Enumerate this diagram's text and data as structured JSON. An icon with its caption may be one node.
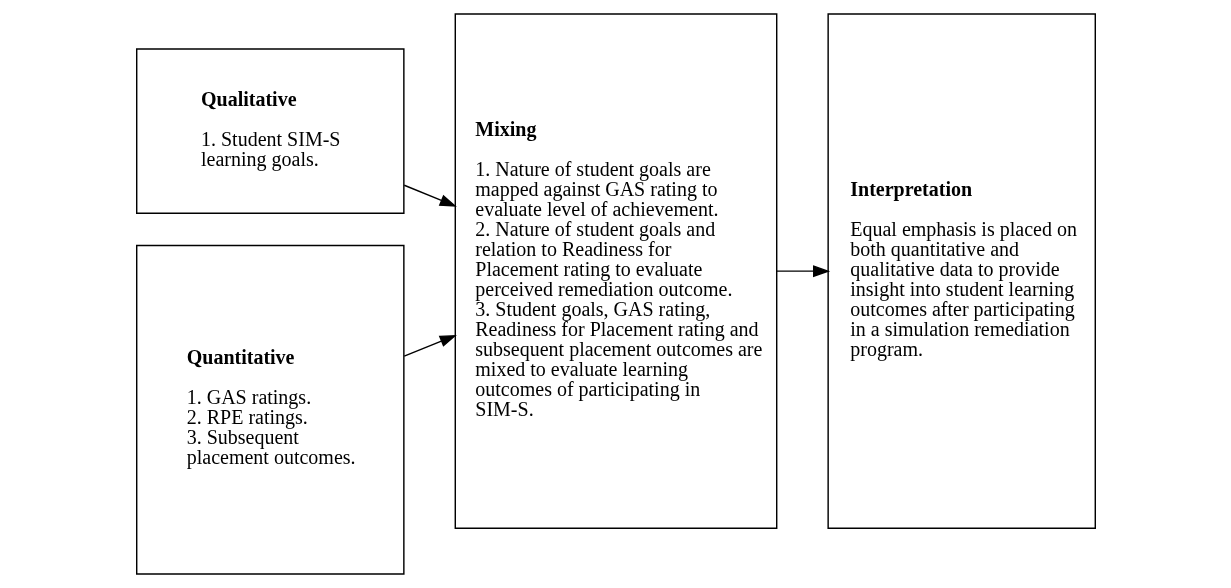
{
  "diagram": {
    "nodes": [
      {
        "text": [
          "Qualitative",
          "1. Student SIM-S learning goals."
        ]
      },
      {
        "text": [
          "Quantitative",
          "1. GAS ratings.",
          "2. RPE ratings.",
          "3. Subsequent placement outcomes."
        ]
      },
      {
        "text": [
          "Mixing",
          "1. Nature of student goals are mapped against GAS rating to evaluate level of achievement.",
          "2. Nature of student goals and relation to Readiness for Placement rating to evaluate perceived remediation outcome.",
          "3. Student goals, GAS rating, Readiness for Placement rating and subsequent placement outcomes are mixed to evaluate learning outcomes of participating in SIM-S."
        ]
      },
      {
        "text": [
          "Interpretation",
          "Equal emphasis is placed on both quantitative and qualitative data to provide insight into student learning outcomes after participating in a simulation remediation program."
        ]
      }
    ],
    "edges": [
      {
        "from": 0,
        "to": 2,
        "arrow": "to"
      },
      {
        "from": 1,
        "to": 2,
        "arrow": "to"
      },
      {
        "from": 2,
        "to": 3,
        "arrow": "to"
      }
    ]
  }
}
